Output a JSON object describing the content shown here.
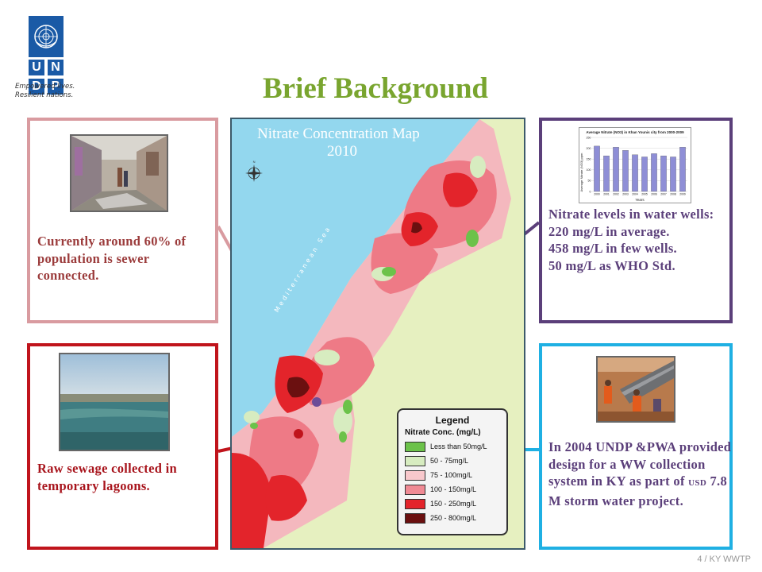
{
  "logo": {
    "letters": [
      "U",
      "N",
      "D",
      "P"
    ],
    "tagline_line1": "Empowered lives.",
    "tagline_line2": "Resilient nations."
  },
  "title": "Brief Background",
  "panels": {
    "sewer": {
      "text": "Currently around 60% of population is sewer connected.",
      "border_color": "#d99ba0"
    },
    "lagoon": {
      "text": "Raw sewage collected in temporary lagoons.",
      "border_color": "#c0141c"
    },
    "levels": {
      "lines": [
        "Nitrate levels in water wells:",
        "220 mg/L in average.",
        "458 mg/L in few wells.",
        "50 mg/L as WHO Std."
      ],
      "chart": {
        "title": "Average Nitrate (NO3) in Khan Younis city from 2000-2009",
        "ylabel": "Average Nitrate (NO3) ppm",
        "xlabel": "Years",
        "years": [
          "2000",
          "2001",
          "2002",
          "2003",
          "2004",
          "2005",
          "2006",
          "2007",
          "2008",
          "2009"
        ],
        "values": [
          210,
          165,
          205,
          190,
          170,
          160,
          175,
          165,
          160,
          205
        ],
        "ylim": [
          0,
          250
        ],
        "yticks": [
          "250",
          "200",
          "150",
          "100",
          "50",
          "0"
        ]
      },
      "border_color": "#5b3f7a"
    },
    "pipe": {
      "text_before": "In 2004 UNDP &PWA provided design for a WW collection system in KY as part of ",
      "text_usd": "USD",
      "text_after": " 7.8 M storm water project.",
      "border_color": "#1fb0e3"
    }
  },
  "map": {
    "title": "Nitrate Concentration Map",
    "year": "2010",
    "sea_label": "Mediterranean Sea",
    "compass": "compass-rose",
    "legend": {
      "title": "Legend",
      "subtitle": "Nitrate Conc. (mg/L)",
      "items": [
        {
          "label": "Less than 50mg/L",
          "color": "#6cc24a"
        },
        {
          "label": "50 - 75mg/L",
          "color": "#d7ecc0"
        },
        {
          "label": "75 - 100mg/L",
          "color": "#f8c8cc"
        },
        {
          "label": "100 - 150mg/L",
          "color": "#f08a94"
        },
        {
          "label": "150 - 250mg/L",
          "color": "#e3242b"
        },
        {
          "label": "250 - 800mg/L",
          "color": "#6b1010"
        }
      ]
    }
  },
  "footer": "4 / KY WWTP"
}
